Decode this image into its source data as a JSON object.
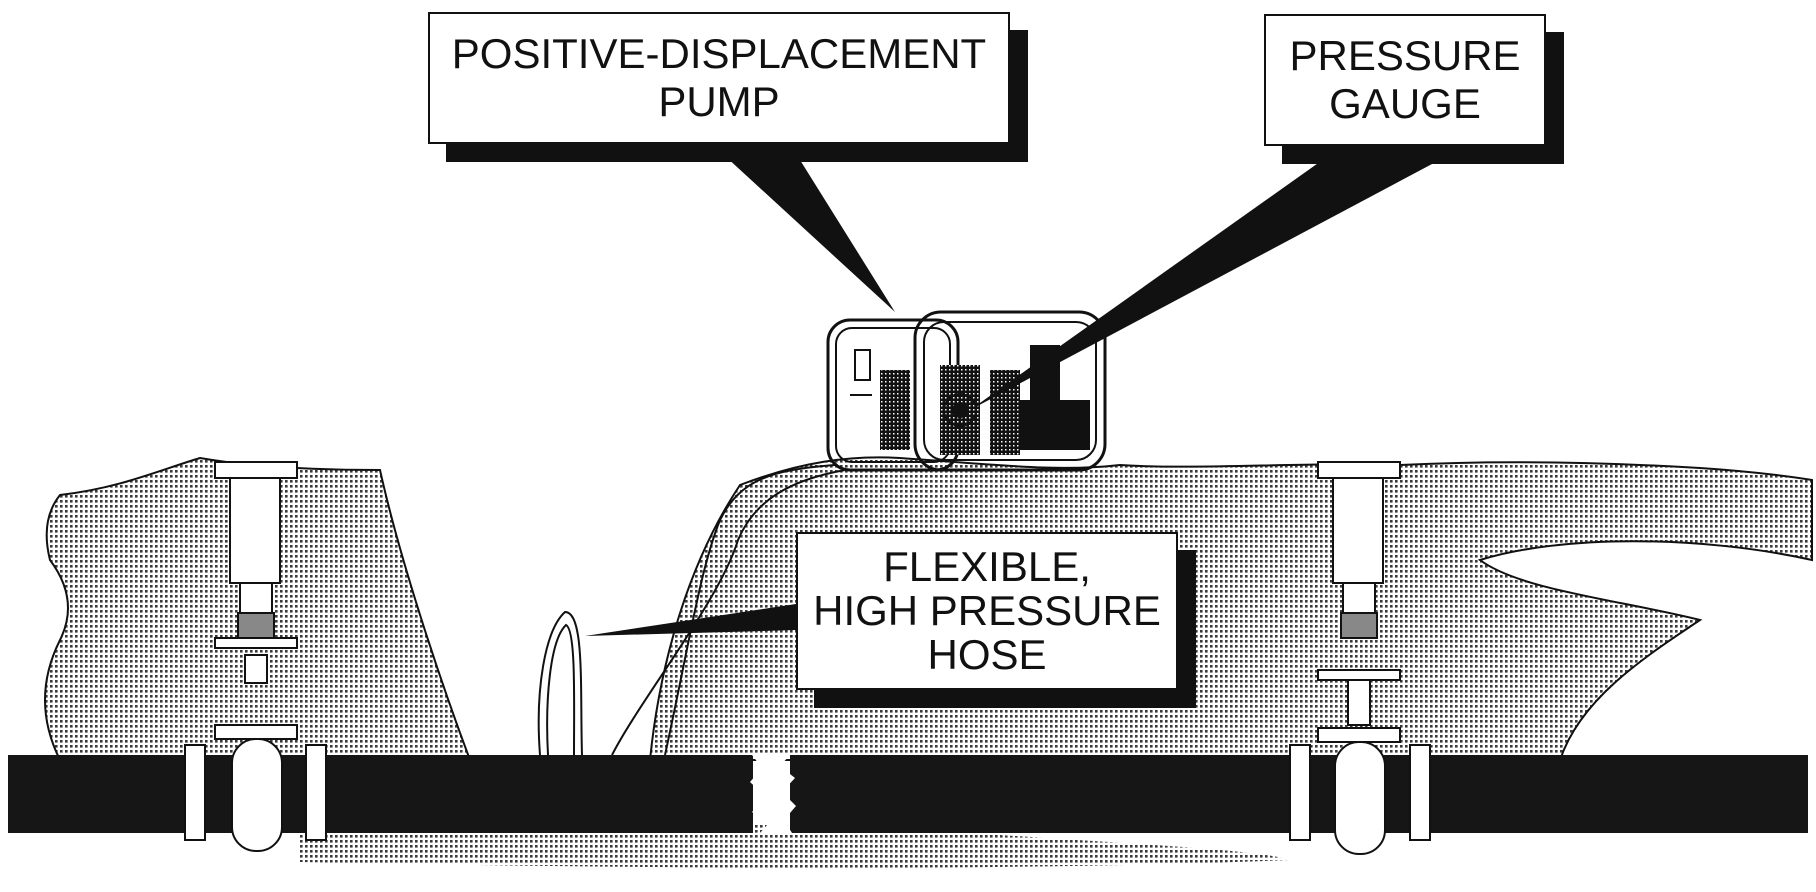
{
  "labels": {
    "pump": [
      "POSITIVE-DISPLACEMENT",
      "PUMP"
    ],
    "gauge": [
      "PRESSURE",
      "GAUGE"
    ],
    "hose": [
      "FLEXIBLE,",
      "HIGH PRESSURE",
      "HOSE"
    ]
  },
  "colors": {
    "ink": "#111111",
    "paper": "#ffffff",
    "soil_dot": "#3a3a3a",
    "pipe": "#161616"
  }
}
